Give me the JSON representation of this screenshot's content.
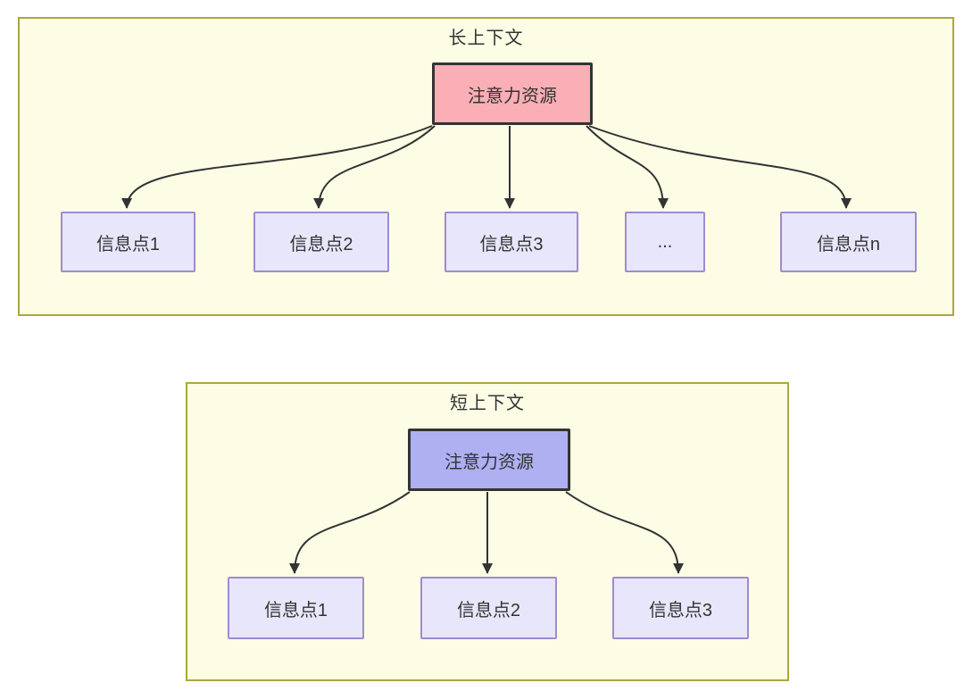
{
  "diagrams": {
    "long_context": {
      "title": "长上下文",
      "attention_box": {
        "label": "注意力资源"
      },
      "info_boxes": [
        {
          "label": "信息点1"
        },
        {
          "label": "信息点2"
        },
        {
          "label": "信息点3"
        },
        {
          "label": "..."
        },
        {
          "label": "信息点n"
        }
      ]
    },
    "short_context": {
      "title": "短上下文",
      "attention_box": {
        "label": "注意力资源"
      },
      "info_boxes": [
        {
          "label": "信息点1"
        },
        {
          "label": "信息点2"
        },
        {
          "label": "信息点3"
        }
      ]
    }
  },
  "colors": {
    "canvas-bg": "#ffffff",
    "container-bg": "#fdfde6",
    "container-border": "#aaa83b",
    "attention-long-bg": "#f9afb5",
    "attention-short-bg": "#aeb0f1",
    "attention-border": "#333333",
    "info-bg": "#e8e6fa",
    "info-border": "#9f8bd0",
    "line": "#333333",
    "text": "#333333"
  }
}
